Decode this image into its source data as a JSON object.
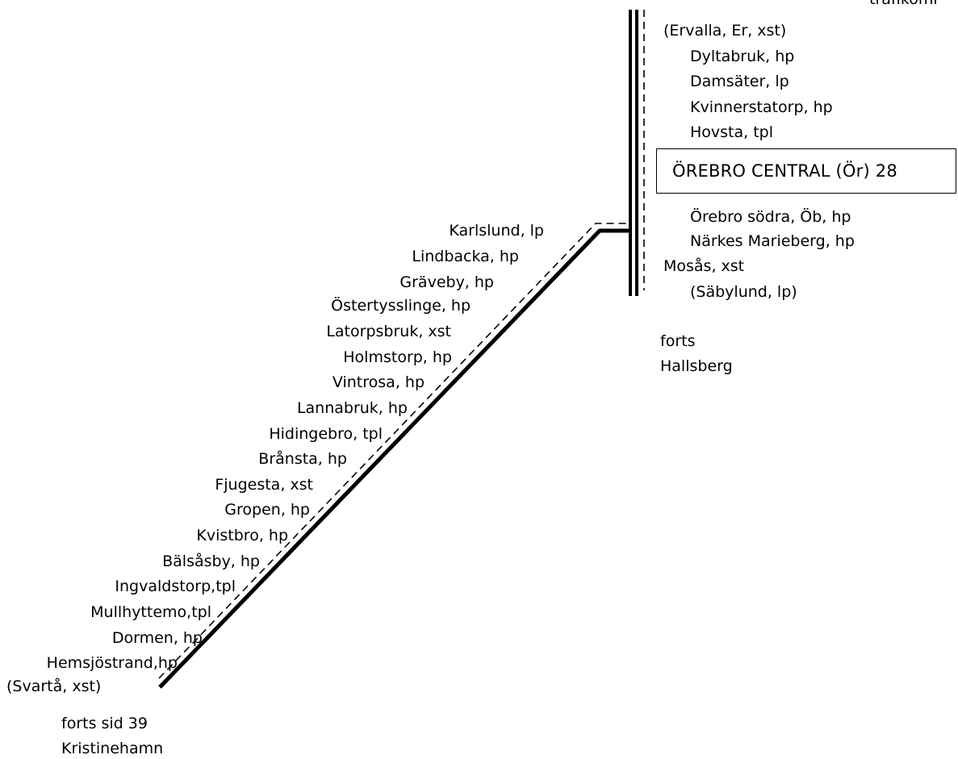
{
  "header_fragment": "trafikomr",
  "right_line": {
    "stations": [
      {
        "id": "ervalla",
        "label": "(Ervalla, Er, xst)"
      },
      {
        "id": "dyltabruk",
        "label": "Dyltabruk, hp"
      },
      {
        "id": "damsater",
        "label": "Damsäter, lp"
      },
      {
        "id": "kvinnerstatorp",
        "label": "Kvinnerstatorp, hp"
      },
      {
        "id": "hovsta",
        "label": "Hovsta, tpl"
      },
      {
        "id": "orebro-sodra",
        "label": "Örebro södra, Öb, hp"
      },
      {
        "id": "narkes-marieberg",
        "label": "Närkes Marieberg, hp"
      },
      {
        "id": "mosas",
        "label": "Mosås, xst"
      },
      {
        "id": "sabylund",
        "label": "(Säbylund, lp)"
      }
    ],
    "central_station": "ÖREBRO CENTRAL (Ör) 28",
    "continuation": [
      "forts",
      "Hallsberg"
    ]
  },
  "left_line": {
    "stations": [
      {
        "id": "karlslund",
        "label": "Karlslund, lp"
      },
      {
        "id": "lindbacka",
        "label": "Lindbacka, hp"
      },
      {
        "id": "graveby",
        "label": "Gräveby, hp"
      },
      {
        "id": "ostertysslinge",
        "label": "Östertysslinge, hp"
      },
      {
        "id": "latorpsbruk",
        "label": "Latorpsbruk, xst"
      },
      {
        "id": "holmstorp",
        "label": "Holmstorp, hp"
      },
      {
        "id": "vintrosa",
        "label": "Vintrosa, hp"
      },
      {
        "id": "lannabruk",
        "label": "Lannabruk, hp"
      },
      {
        "id": "hidingebro",
        "label": "Hidingebro, tpl"
      },
      {
        "id": "branstа",
        "label": "Brånsta, hp"
      },
      {
        "id": "fjugesta",
        "label": "Fjugesta, xst"
      },
      {
        "id": "gropen",
        "label": "Gropen, hp"
      },
      {
        "id": "kvistbro",
        "label": "Kvistbro, hp"
      },
      {
        "id": "balsasby",
        "label": "Bälsåsby, hp"
      },
      {
        "id": "ingvaldstorp",
        "label": "Ingvaldstorp,tpl"
      },
      {
        "id": "mullhyttemo",
        "label": "Mullhyttemo,tpl"
      },
      {
        "id": "dormen",
        "label": "Dormen, hp"
      },
      {
        "id": "hemsjostrand",
        "label": "Hemsjöstrand,hp"
      },
      {
        "id": "svarta",
        "label": "(Svartå, xst)"
      }
    ],
    "continuation": [
      "forts sid 39",
      "Kristinehamn"
    ]
  }
}
